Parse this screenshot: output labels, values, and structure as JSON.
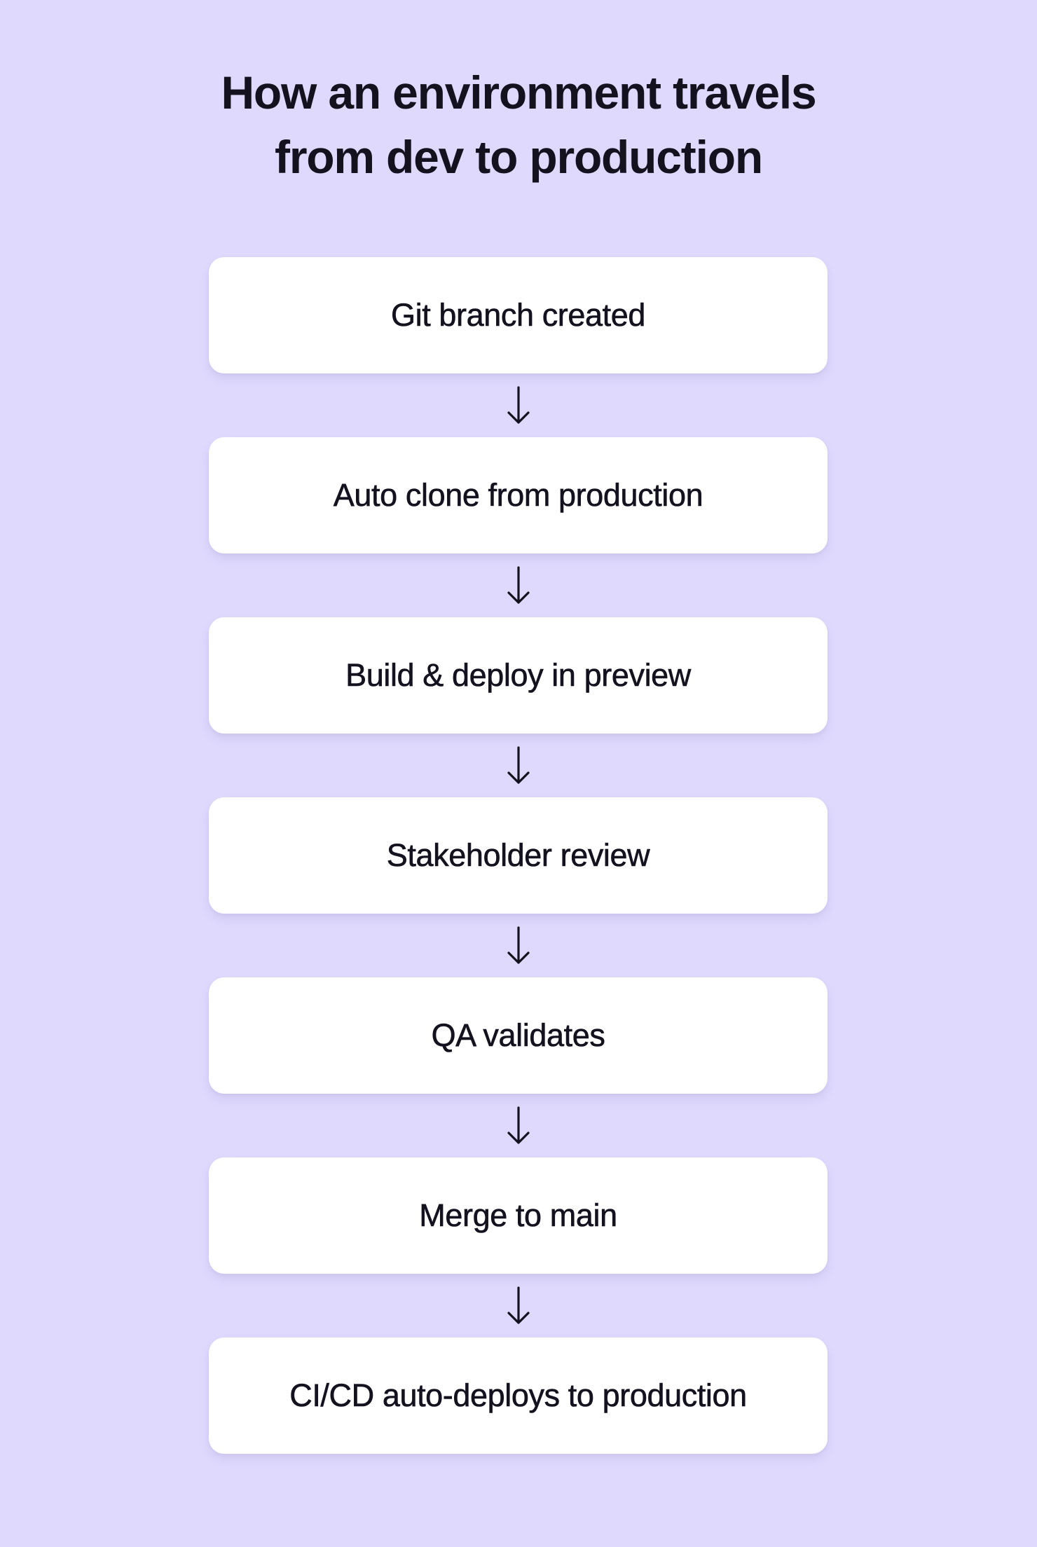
{
  "title": {
    "line1": "How an environment travels",
    "line2": "from dev to production"
  },
  "steps": [
    {
      "label": "Git branch created"
    },
    {
      "label": "Auto clone from production"
    },
    {
      "label": "Build & deploy in preview"
    },
    {
      "label": "Stakeholder review"
    },
    {
      "label": "QA validates"
    },
    {
      "label": "Merge to main"
    },
    {
      "label": "CI/CD auto-deploys to production"
    }
  ],
  "connector_icon": "arrow-down-icon",
  "colors": {
    "background": "#dfd9fd",
    "card": "#ffffff",
    "text": "#14121f"
  }
}
